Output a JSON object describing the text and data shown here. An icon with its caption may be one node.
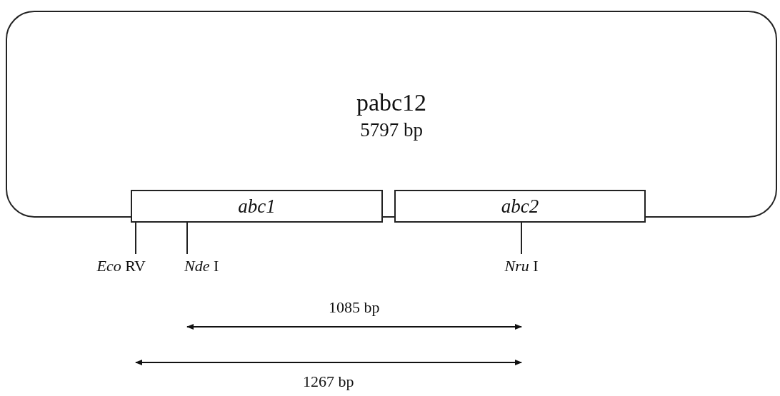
{
  "diagram": {
    "nodes": [
      {
        "text": [
          "pabc12",
          "5797 bp"
        ]
      },
      {
        "text": [
          "abc1"
        ]
      },
      {
        "text": [
          "abc2"
        ]
      },
      {
        "text": [
          "*Eco* RV"
        ]
      },
      {
        "text": [
          "*Nde* I"
        ]
      },
      {
        "text": [
          "*Nru* I"
        ]
      }
    ],
    "edges": [
      {
        "from": 3,
        "to": 0,
        "arrow": "none"
      },
      {
        "from": 4,
        "to": 0,
        "arrow": "none"
      },
      {
        "from": 5,
        "to": 0,
        "arrow": "none"
      }
    ],
    "labels": [
      "1085 bp",
      "1267 bp"
    ]
  }
}
